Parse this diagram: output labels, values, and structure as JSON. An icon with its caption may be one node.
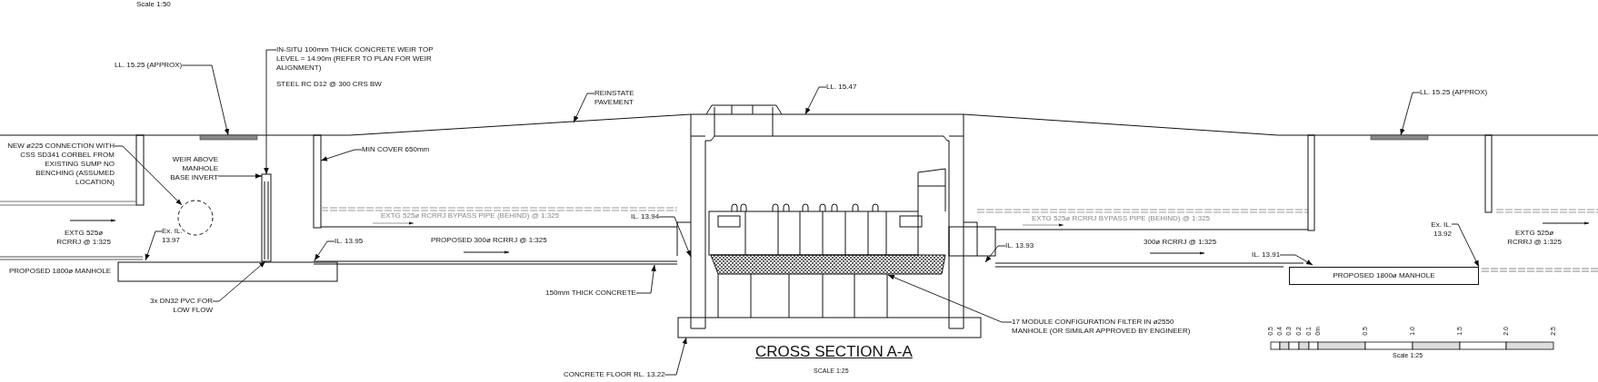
{
  "diagram": {
    "title": "CROSS SECTION A-A",
    "nodes": [
      {
        "text": [
          "LL. 15.25 (APPROX)"
        ]
      },
      {
        "text": [
          "IN-SITU 100mm THICK CONCRETE WEIR TOP LEVEL = 14.90m (REFER TO PLAN FOR WEIR ALIGNMENT)",
          "STEEL RC D12 @ 300 CRS BW"
        ]
      },
      {
        "text": [
          "NEW ø225 CONNECTION WITH CSS SD341 CORBEL FROM EXISTING SUMP NO BENCHING (ASSUMED LOCATION)"
        ]
      },
      {
        "text": [
          "WEIR ABOVE MANHOLE BASE INVERT"
        ]
      },
      {
        "text": [
          "MIN COVER 650mm"
        ]
      },
      {
        "text": [
          "Ex. IL. 13.97"
        ]
      },
      {
        "text": [
          "IL. 13.95"
        ]
      },
      {
        "text": [
          "3x DN32 PVC FOR LOW FLOW"
        ]
      },
      {
        "text": [
          "REINSTATE PAVEMENT"
        ]
      },
      {
        "text": [
          "LL. 15.47"
        ]
      },
      {
        "text": [
          "IL. 13.94"
        ]
      },
      {
        "text": [
          "150mm THICK CONCRETE"
        ]
      },
      {
        "text": [
          "CONCRETE FLOOR RL. 13.22"
        ]
      },
      {
        "text": [
          "17 MODULE CONFIGURATION FILTER IN ø2550 MANHOLE (OR SIMILAR APPROVED BY ENGINEER)"
        ]
      },
      {
        "text": [
          "IL. 13.93"
        ]
      },
      {
        "text": [
          "IL. 13.91"
        ]
      },
      {
        "text": [
          "Ex. IL. 13.92"
        ]
      },
      {
        "text": [
          "LL. 15.25 (APPROX)"
        ]
      },
      {
        "text": [
          "PROPOSED 1800ø MANHOLE"
        ]
      },
      {
        "text": [],
        "shape": "bar"
      },
      {
        "text": [],
        "shape": "box"
      },
      {
        "text": [],
        "shape": "circle"
      },
      {
        "text": [],
        "shape": "bar"
      },
      {
        "text": [],
        "shape": "box"
      },
      {
        "text": [],
        "shape": "picture",
        "in": 23
      }
    ],
    "edges": [
      {
        "from": 0,
        "to": 19,
        "arrow": "to"
      },
      {
        "from": 1,
        "to": 20,
        "arrow": "to"
      },
      {
        "from": 2,
        "to": 21,
        "arrow": "to"
      },
      {
        "from": 3,
        "to": 20,
        "arrow": "to"
      },
      {
        "from": 4,
        "to": null,
        "arrow": "to"
      },
      {
        "from": 5,
        "to": null,
        "arrow": "to"
      },
      {
        "from": 6,
        "to": null,
        "arrow": "to"
      },
      {
        "from": 7,
        "to": 20,
        "arrow": "to"
      },
      {
        "from": 8,
        "to": null,
        "arrow": "to"
      },
      {
        "from": 9,
        "to": null,
        "arrow": "to"
      },
      {
        "from": 10,
        "to": 23,
        "arrow": "to"
      },
      {
        "from": 11,
        "to": null,
        "arrow": "to"
      },
      {
        "from": 12,
        "to": 23,
        "arrow": "to"
      },
      {
        "from": 13,
        "to": 24,
        "arrow": "to"
      },
      {
        "from": 14,
        "to": null,
        "arrow": "to"
      },
      {
        "from": 15,
        "to": null,
        "arrow": "to"
      },
      {
        "from": 16,
        "to": 18,
        "arrow": "to"
      },
      {
        "from": 17,
        "to": 22,
        "arrow": "to"
      }
    ],
    "labels": [
      "Scale 1:50",
      "EXTG 525ø RCRRJ @ 1:325",
      "PROPOSED 1800ø MANHOLE",
      "EXTG 525ø RCRRJ BYPASS PIPE (BEHIND) @ 1:325",
      "PROPOSED 300ø RCRRJ @ 1:325",
      "EXTG 525ø RCRRJ BYPASS PIPE (BEHIND) @ 1:325",
      "300ø RCRRJ @ 1:325",
      "EXTG 525ø RCRRJ @ 1:325",
      "SCALE 1:25",
      "0.5",
      "0.4",
      "0.3",
      "0.2",
      "0.1",
      "0m",
      "0.5",
      "1.0",
      "1.5",
      "2.0",
      "2.5",
      "Scale 1:25"
    ]
  }
}
